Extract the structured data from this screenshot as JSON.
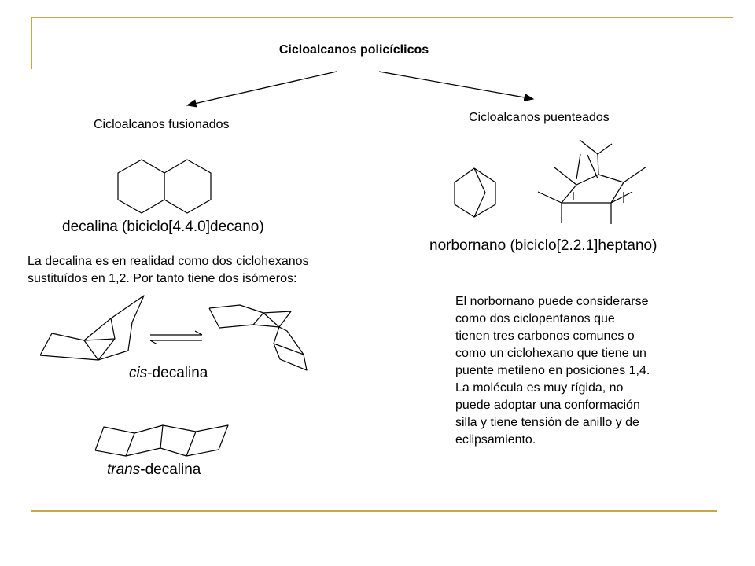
{
  "slide": {
    "accent_color": "#c8a74a",
    "title": "Cicloalcanos policíclicos",
    "branches": {
      "fused": "Cicloalcanos fusionados",
      "bridged": "Cicloalcanos puenteados"
    },
    "decalin_label": "decalina (biciclo[4.4.0]decano)",
    "norbornane_label": "norbornano (biciclo[2.2.1]heptano)",
    "decalin_text": [
      "La decalina es en realidad como dos ciclohexanos",
      "sustituídos en 1,2. Por tanto tiene dos isómeros:"
    ],
    "cis_label": {
      "prefix": "cis",
      "suffix": "-decalina"
    },
    "trans_label": {
      "prefix": "trans",
      "suffix": "-decalina"
    },
    "norbornane_text": [
      "El norbornano puede considerarse",
      "como dos ciclopentanos que",
      "tienen tres carbonos comunes o",
      "como un ciclohexano que tiene un",
      "puente metileno en posiciones 1,4.",
      "La molécula es muy rígida, no",
      "puede adoptar una conformación",
      "silla y tiene tensión de anillo y de",
      "eclipsamiento."
    ]
  }
}
